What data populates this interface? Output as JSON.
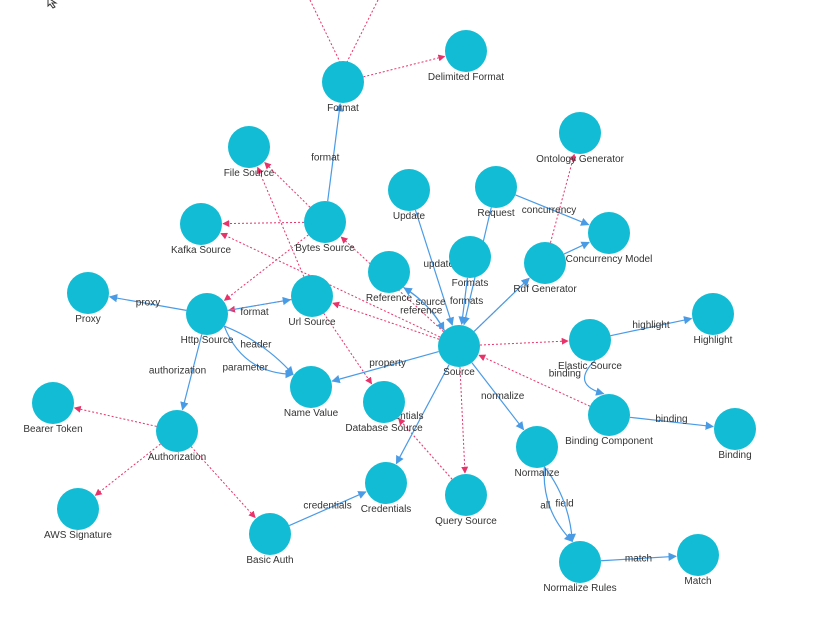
{
  "colors": {
    "node": "#12bcd4",
    "solid_edge": "#4a9be6",
    "dotted_edge": "#e8336a",
    "label": "#333333",
    "background": "#ffffff"
  },
  "nodes": [
    {
      "id": "format",
      "label": "Format"
    },
    {
      "id": "delimited_format",
      "label": "Delimited Format"
    },
    {
      "id": "file_source",
      "label": "File Source"
    },
    {
      "id": "ontology_generator",
      "label": "Ontology Generator"
    },
    {
      "id": "update",
      "label": "Update"
    },
    {
      "id": "request",
      "label": "Request"
    },
    {
      "id": "kafka_source",
      "label": "Kafka Source"
    },
    {
      "id": "bytes_source",
      "label": "Bytes Source"
    },
    {
      "id": "concurrency_model",
      "label": "Concurrency Model"
    },
    {
      "id": "formats",
      "label": "Formats"
    },
    {
      "id": "reference",
      "label": "Reference"
    },
    {
      "id": "rdf_generator",
      "label": "Rdf Generator"
    },
    {
      "id": "proxy",
      "label": "Proxy"
    },
    {
      "id": "http_source",
      "label": "Http Source"
    },
    {
      "id": "url_source",
      "label": "Url Source"
    },
    {
      "id": "highlight",
      "label": "Highlight"
    },
    {
      "id": "source",
      "label": "Source"
    },
    {
      "id": "elastic_source",
      "label": "Elastic Source"
    },
    {
      "id": "name_value",
      "label": "Name Value"
    },
    {
      "id": "database_source",
      "label": "Database Source"
    },
    {
      "id": "bearer_token",
      "label": "Bearer Token"
    },
    {
      "id": "binding_component",
      "label": "Binding Component"
    },
    {
      "id": "binding",
      "label": "Binding"
    },
    {
      "id": "authorization",
      "label": "Authorization"
    },
    {
      "id": "normalize",
      "label": "Normalize"
    },
    {
      "id": "credentials",
      "label": "Credentials"
    },
    {
      "id": "query_source",
      "label": "Query Source"
    },
    {
      "id": "aws_signature",
      "label": "AWS Signature"
    },
    {
      "id": "basic_auth",
      "label": "Basic Auth"
    },
    {
      "id": "normalize_rules",
      "label": "Normalize Rules"
    },
    {
      "id": "match",
      "label": "Match"
    }
  ],
  "edges": [
    {
      "from": "bytes_source",
      "to": "format",
      "label": "format",
      "style": "solid"
    },
    {
      "from": "format",
      "to": "delimited_format",
      "label": "",
      "style": "dotted"
    },
    {
      "from": "bytes_source",
      "to": "file_source",
      "label": "",
      "style": "dotted"
    },
    {
      "from": "bytes_source",
      "to": "kafka_source",
      "label": "",
      "style": "dotted"
    },
    {
      "from": "bytes_source",
      "to": "http_source",
      "label": "",
      "style": "dotted"
    },
    {
      "from": "url_source",
      "to": "file_source",
      "label": "",
      "style": "dotted"
    },
    {
      "from": "url_source",
      "to": "http_source",
      "label": "",
      "style": "dotted"
    },
    {
      "from": "url_source",
      "to": "database_source",
      "label": "",
      "style": "dotted"
    },
    {
      "from": "source",
      "to": "kafka_source",
      "label": "",
      "style": "dotted"
    },
    {
      "from": "source",
      "to": "bytes_source",
      "label": "",
      "style": "dotted"
    },
    {
      "from": "source",
      "to": "url_source",
      "label": "",
      "style": "dotted"
    },
    {
      "from": "source",
      "to": "rdf_generator",
      "label": "",
      "style": "dotted"
    },
    {
      "from": "source",
      "to": "elastic_source",
      "label": "",
      "style": "dotted"
    },
    {
      "from": "source",
      "to": "query_source",
      "label": "",
      "style": "dotted"
    },
    {
      "from": "binding_component",
      "to": "source",
      "label": "",
      "style": "dotted"
    },
    {
      "from": "query_source",
      "to": "database_source",
      "label": "",
      "style": "dotted"
    },
    {
      "from": "rdf_generator",
      "to": "ontology_generator",
      "label": "",
      "style": "dotted"
    },
    {
      "from": "authorization",
      "to": "bearer_token",
      "label": "",
      "style": "dotted"
    },
    {
      "from": "authorization",
      "to": "aws_signature",
      "label": "",
      "style": "dotted"
    },
    {
      "from": "authorization",
      "to": "basic_auth",
      "label": "",
      "style": "dotted"
    },
    {
      "from": "http_source",
      "to": "proxy",
      "label": "proxy",
      "style": "solid"
    },
    {
      "from": "http_source",
      "to": "url_source",
      "label": "format",
      "style": "solid"
    },
    {
      "from": "http_source",
      "to": "name_value",
      "label": "header",
      "style": "solid"
    },
    {
      "from": "http_source",
      "to": "name_value",
      "label": "parameter",
      "style": "solid"
    },
    {
      "from": "http_source",
      "to": "authorization",
      "label": "authorization",
      "style": "solid"
    },
    {
      "from": "source",
      "to": "name_value",
      "label": "property",
      "style": "solid"
    },
    {
      "from": "update",
      "to": "source",
      "label": "update",
      "style": "solid"
    },
    {
      "from": "request",
      "to": "concurrency_model",
      "label": "concurrency",
      "style": "solid"
    },
    {
      "from": "rdf_generator",
      "to": "concurrency_model",
      "label": "",
      "style": "solid"
    },
    {
      "from": "formats",
      "to": "source",
      "label": "formats",
      "style": "solid"
    },
    {
      "from": "request",
      "to": "source",
      "label": "",
      "style": "solid"
    },
    {
      "from": "reference",
      "to": "source",
      "label": "source",
      "style": "solid"
    },
    {
      "from": "source",
      "to": "reference",
      "label": "reference",
      "style": "solid"
    },
    {
      "from": "source",
      "to": "rdf_generator",
      "label": "",
      "style": "solid"
    },
    {
      "from": "source",
      "to": "normalize",
      "label": "normalize",
      "style": "solid"
    },
    {
      "from": "source",
      "to": "credentials",
      "label": "credentials",
      "style": "solid"
    },
    {
      "from": "elastic_source",
      "to": "highlight",
      "label": "highlight",
      "style": "solid"
    },
    {
      "from": "elastic_source",
      "to": "binding_component",
      "label": "binding",
      "style": "solid"
    },
    {
      "from": "binding_component",
      "to": "binding",
      "label": "binding",
      "style": "solid"
    },
    {
      "from": "normalize",
      "to": "normalize_rules",
      "label": "field",
      "style": "solid"
    },
    {
      "from": "normalize",
      "to": "normalize_rules",
      "label": "all",
      "style": "solid"
    },
    {
      "from": "normalize_rules",
      "to": "match",
      "label": "match",
      "style": "solid"
    },
    {
      "from": "basic_auth",
      "to": "credentials",
      "label": "credentials",
      "style": "solid"
    }
  ]
}
